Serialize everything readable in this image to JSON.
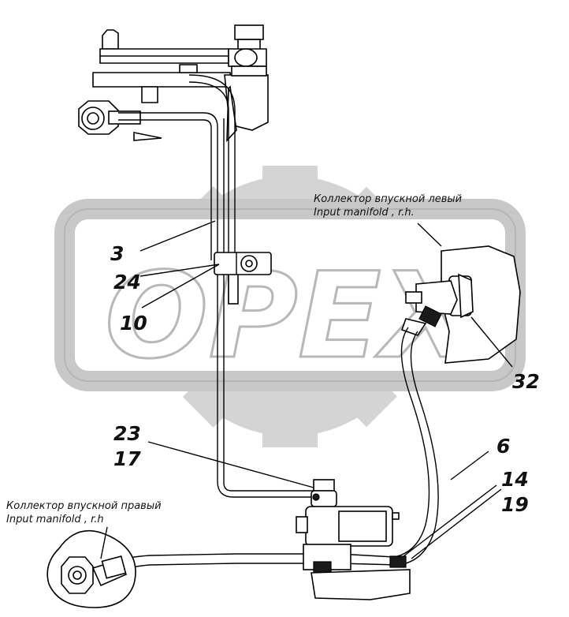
{
  "watermark": {
    "text": "OPEX",
    "gear_color": "#d4d4d4",
    "letters_outline": "#b0b0b0"
  },
  "callouts": {
    "c3": "3",
    "c24": "24",
    "c10": "10",
    "c32": "32",
    "c23": "23",
    "c17": "17",
    "c6": "6",
    "c14": "14",
    "c19": "19"
  },
  "notes": {
    "left_manifold_ru": "Коллектор впускной левый",
    "left_manifold_en": "Input manifold ,    r.h.",
    "right_manifold_ru": "Коллектор впускной правый",
    "right_manifold_en": "Input manifold ,    r.h"
  }
}
